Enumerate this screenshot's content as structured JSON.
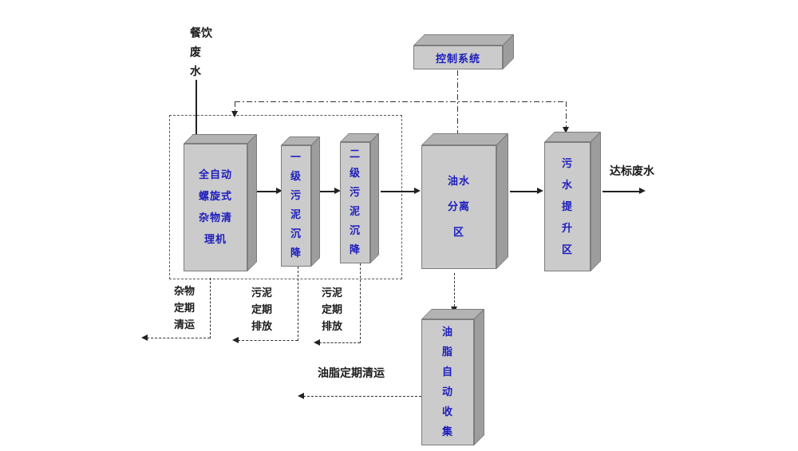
{
  "diagram": {
    "inlet": "餐饮\n废\n水",
    "control": "控制系统",
    "screw": "全自动\n螺旋式\n杂物清\n理机",
    "sludge1": "一\n级\n污\n泥\n沉\n降",
    "sludge2": "二\n级\n污\n泥\n沉\n降",
    "oilwater": "油水\n分离\n区",
    "lift": "污\n水\n提\n升\n区",
    "grease": "油\n脂\n自\n动\n收\n集",
    "outlet": "达标废水",
    "debris_removal": "杂物\n定期\n清运",
    "sludge_discharge_1": "污泥\n定期\n排放",
    "sludge_discharge_2": "污泥\n定期\n排放",
    "grease_removal": "油脂定期清运"
  },
  "colors": {
    "box_front": "#cbcbcb",
    "box_top": "#b3b3b3",
    "box_side": "#9d9d9d",
    "box_text": "#1c1cbe",
    "label_text": "#1a1a1a",
    "line": "#222222"
  }
}
